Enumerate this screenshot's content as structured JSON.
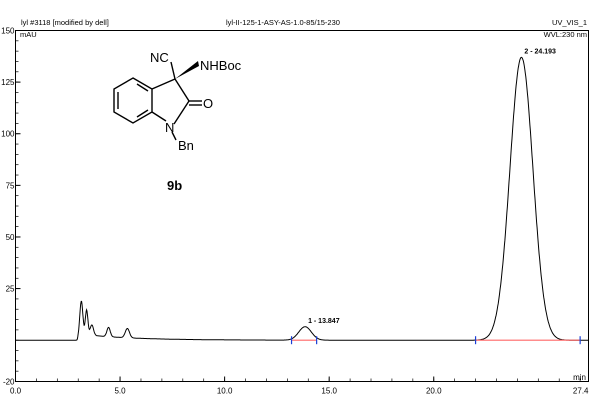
{
  "chart_data": {
    "type": "line",
    "header": {
      "left": "lyl #3118 [modified by dell]",
      "center": "lyl-II-125-1-ASY-AS-1.0-85/15-230",
      "right": "UV_VIS_1"
    },
    "ylabel": "mAU",
    "xlabel": "min",
    "wavelength_label": "WVL:230 nm",
    "xlim": [
      0,
      27.4
    ],
    "ylim": [
      -20,
      150
    ],
    "x_ticks": [
      "0.0",
      "5.0",
      "10.0",
      "15.0",
      "20.0",
      "27.4"
    ],
    "x_tick_values": [
      0,
      5,
      10,
      15,
      20,
      27.4
    ],
    "y_ticks": [
      "-20",
      "25",
      "50",
      "75",
      "100",
      "125",
      "150"
    ],
    "y_tick_values": [
      -20,
      25,
      50,
      75,
      100,
      125,
      150
    ],
    "peaks": [
      {
        "label": "1 - 13.847",
        "rt": 13.847,
        "height": 6.5,
        "width": 0.3,
        "start": 13.2,
        "end": 14.4
      },
      {
        "label": "2 - 24.193",
        "rt": 24.193,
        "height": 137,
        "width": 0.55,
        "start": 22.0,
        "end": 27.0
      }
    ],
    "minor_peaks": [
      {
        "rt": 3.15,
        "height": 16,
        "width": 0.07
      },
      {
        "rt": 3.4,
        "height": 12,
        "width": 0.06
      },
      {
        "rt": 3.65,
        "height": 5,
        "width": 0.08
      },
      {
        "rt": 4.45,
        "height": 4.5,
        "width": 0.08
      },
      {
        "rt": 5.35,
        "height": 4.5,
        "width": 0.1
      }
    ],
    "compound": {
      "name": "9b",
      "label_NC": "NC",
      "label_NHBoc": "NHBoc",
      "label_O": "O",
      "label_N": "N",
      "label_Bn": "Bn"
    },
    "colors": {
      "trace": "#000000",
      "baseline": "#ff6666",
      "marker": "#1a3fd6"
    }
  }
}
